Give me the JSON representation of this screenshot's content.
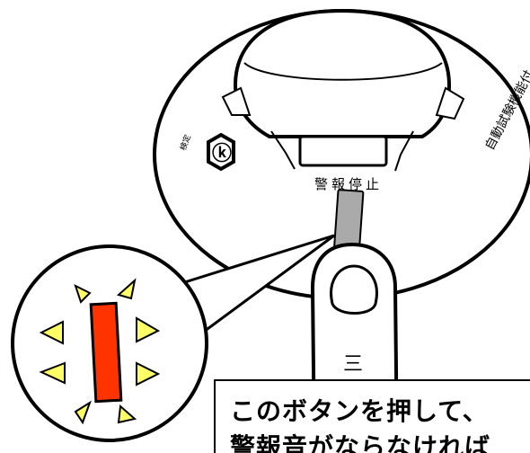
{
  "detector": {
    "button_label": "警報停止",
    "side_label": "自動試験機能付",
    "cert_mark_label": "検定",
    "cert_mark_symbol": "ⓚ",
    "finger_mark": "三"
  },
  "callout": {
    "lamp_color": "#ff3300",
    "ray_color": "#ffff66"
  },
  "caption": {
    "line1": "このボタンを押して、",
    "line2": "警報音がならなければ"
  }
}
